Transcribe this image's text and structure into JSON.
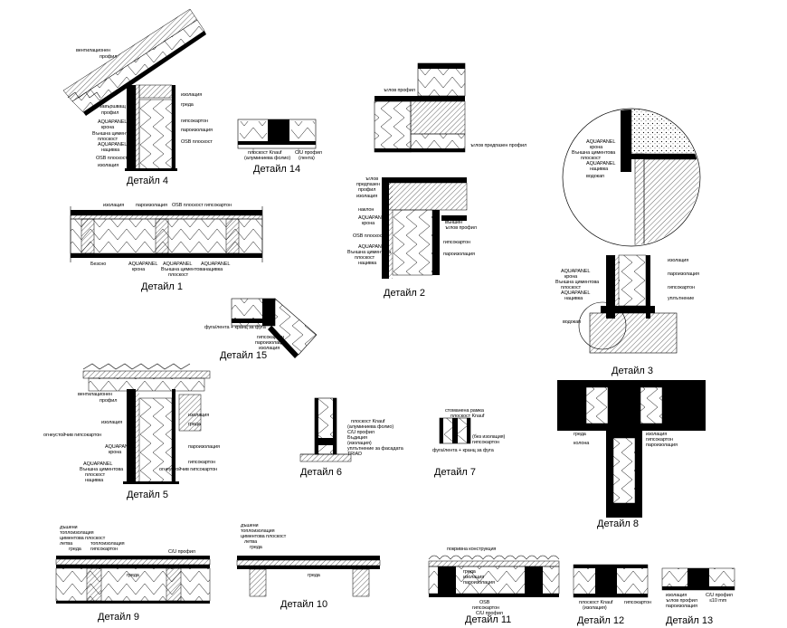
{
  "titles": {
    "d4": "Детайл 4",
    "d14": "Детайл 14",
    "d1": "Детайл 1",
    "d2": "Детайл 2",
    "d15": "Детайл 15",
    "d3": "Детайл 3",
    "d5": "Детайл 5",
    "d6": "Детайл 6",
    "d7": "Детайл 7",
    "d8": "Детайл 8",
    "d9": "Детайл 9",
    "d10": "Детайл 10",
    "d11": "Детайл 11",
    "d12": "Детайл 12",
    "d13": "Детайл 13"
  },
  "labels": {
    "d4_vent1": "вентилационен",
    "d4_vent2": "профил",
    "d4_fix1": "завършващ",
    "d4_fix2": "профил",
    "d4_ap1": "AQUAPANEL",
    "d4_ap2": "крона",
    "d4_ap3": "Външна циментова",
    "d4_ap4": "плоскост",
    "d4_ap5": "AQUAPANEL",
    "d4_ap6": "нацивка",
    "d4_osb": "OSB плоскост",
    "d4_iz": "изолация",
    "d4_r1": "изолация",
    "d4_r2": "греда",
    "d4_r3": "гипсокартон",
    "d4_r4": "пароизолация",
    "d4_r5": "OSB плоскост",
    "d14_l1": "плоскост Knauf",
    "d14_l2": "(алуминиева фолио)",
    "d14_l3": "C/U профил",
    "d14_l4": "(лента)",
    "d1_t1": "изолация",
    "d1_t2": "пароизолация",
    "d1_t3": "OSB плоскост",
    "d1_t4": "гипсокартон",
    "d1_b1": "Безсно",
    "d1_b2": "AQUAPANEL",
    "d1_b3": "крона",
    "d1_b4": "AQUAPANEL",
    "d1_b5": "Външна циментова",
    "d1_b6": "плоскост",
    "d1_b7": "AQUAPANEL",
    "d1_b8": "нацивка",
    "d2_a1": "ъглов профил",
    "d2_a2": "ъглов предпазен профил",
    "d2_b1": "ъглов",
    "d2_b2": "предпазен",
    "d2_b3": "профил",
    "d2_b4": "изолация",
    "d2_b5": "наклон",
    "d2_b6": "AQUAPANEL",
    "d2_b7": "крона",
    "d2_b8": "OSB плоскост",
    "d2_b9": "AQUAPANEL",
    "d2_b10": "Външна циментова",
    "d2_b11": "плоскост",
    "d2_b12": "нацивка",
    "d2_c1": "външен",
    "d2_c2": "ъглов профил",
    "d2_c3": "гипсокартон",
    "d2_c4": "пароизолация",
    "d15_l1": "фуга/лента + кранц за фуга",
    "d15_l2": "гипсокартон",
    "d15_l3": "пароизолация",
    "d15_l4": "изолация",
    "d3_l1": "AQUAPANEL",
    "d3_l2": "крона",
    "d3_l3": "Външна циментова",
    "d3_l4": "плоскост",
    "d3_l5": "AQUAPANEL",
    "d3_l6": "нацивка",
    "d3_l7": "водокап",
    "d3_m1": "AQUAPANEL",
    "d3_m2": "крона",
    "d3_m3": "Външна циментова",
    "d3_m4": "плоскост",
    "d3_m5": "AQUAPANEL",
    "d3_m6": "нацивка",
    "d3_r1": "изолация",
    "d3_r2": "пароизолация",
    "d3_r3": "гипсокартон",
    "d3_r4": "уплътнение",
    "d3_w": "водокап",
    "d5_a1": "вентилационен",
    "d5_a2": "профил",
    "d5_a3": "изолация",
    "d5_a4": "огнеустойчив гипсокартон",
    "d5_a5": "AQUAPANEL",
    "d5_a6": "крона",
    "d5_a7": "AQUAPANEL",
    "d5_a8": "Външна циментова",
    "d5_a9": "плоскост",
    "d5_a10": "нацивка",
    "d5_r1": "изолация",
    "d5_r2": "греда",
    "d5_r3": "пароизолация",
    "d5_r4": "гипсокартон",
    "d5_r5": "огнеустойчив гипсокартон",
    "d6_l1": "плоскост Knauf",
    "d6_l2": "(алуминиева фолио)",
    "d6_l3": "C/U профил",
    "d6_l4": "Бъдиция",
    "d6_l5": "(изолация)",
    "d6_l6": "уплътнение за фасадата",
    "d6_l7": "TRIAD",
    "d7_l1": "стоманена рамка",
    "d7_l2": "плоскост Knauf",
    "d7_l3": "(без изолация)",
    "d7_l4": "гипсокартон",
    "d7_l5": "фуга/лента + кранц за фуга",
    "d8_l1": "греда",
    "d8_l2": "изолация",
    "d8_l3": "колона",
    "d8_l4": "гипсокартон",
    "d8_l5": "пароизолация",
    "d9_l1": "дъшени",
    "d9_l2": "топлоизолация",
    "d9_l3": "циментова плоскост",
    "d9_l4": "летва",
    "d9_l5": "греда",
    "d9_l6": "топлоизолация",
    "d9_l7": "гипсокартон",
    "d9_l8": "C/U профил",
    "d9_l9": "греда",
    "d10_l1": "дъшени",
    "d10_l2": "топлоизолация",
    "d10_l3": "циментова плоскост",
    "d10_l4": "летва",
    "d10_l5": "греда",
    "d10_l6": "греда",
    "d11_l1": "покривна конструкция",
    "d11_l2": "греда",
    "d11_l3": "изолация",
    "d11_l4": "пароизолация",
    "d11_l5": "OSB",
    "d11_l6": "гипсокартон",
    "d11_l7": "C/U профил",
    "d12_l1": "плоскост Knauf",
    "d12_l2": "(изолация)",
    "d12_l3": "гипсокартон",
    "d13_l1": "изолация",
    "d13_l2": "ъглов профил",
    "d13_l3": "пароизолация",
    "d13_l4": "C/U профил",
    "d13_l5": "≤10 mm"
  }
}
